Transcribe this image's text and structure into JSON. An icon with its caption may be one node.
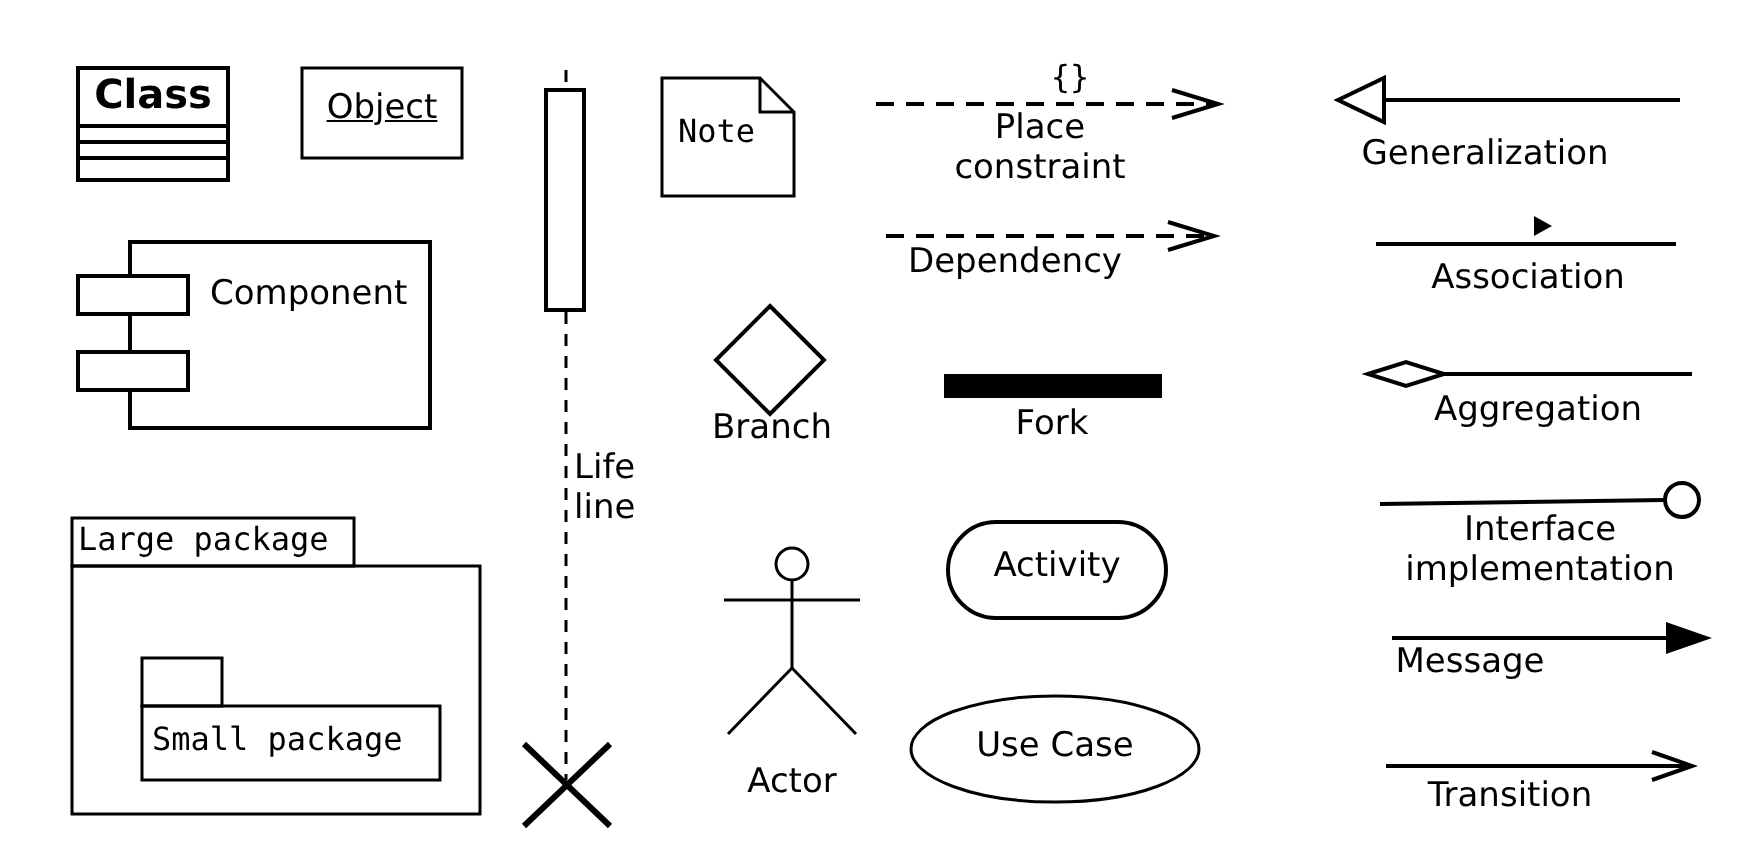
{
  "diagram": {
    "nodes": [
      {
        "text": [
          "Class"
        ]
      },
      {
        "text": [
          "Object"
        ]
      },
      {
        "text": [
          "Life line"
        ]
      },
      {
        "text": [
          "Note"
        ]
      },
      {
        "text": [
          "Component"
        ]
      },
      {
        "text": [],
        "shape": "diamond",
        "beside": [
          "Branch"
        ]
      },
      {
        "text": [],
        "shape": "bar",
        "beside": [
          "Fork"
        ]
      },
      {
        "text": [
          "Large package"
        ]
      },
      {
        "text": [
          "Small package"
        ],
        "in": 7
      },
      {
        "text": [],
        "shape": "person",
        "beside": [
          "Actor"
        ]
      },
      {
        "text": [
          "Activity"
        ]
      },
      {
        "text": [
          "Use Case"
        ]
      }
    ],
    "labels": [
      "{}",
      "Place constraint",
      "Generalization",
      "Dependency",
      "Association",
      "Aggregation",
      "Interface implementation",
      "Message",
      "Transition"
    ]
  }
}
